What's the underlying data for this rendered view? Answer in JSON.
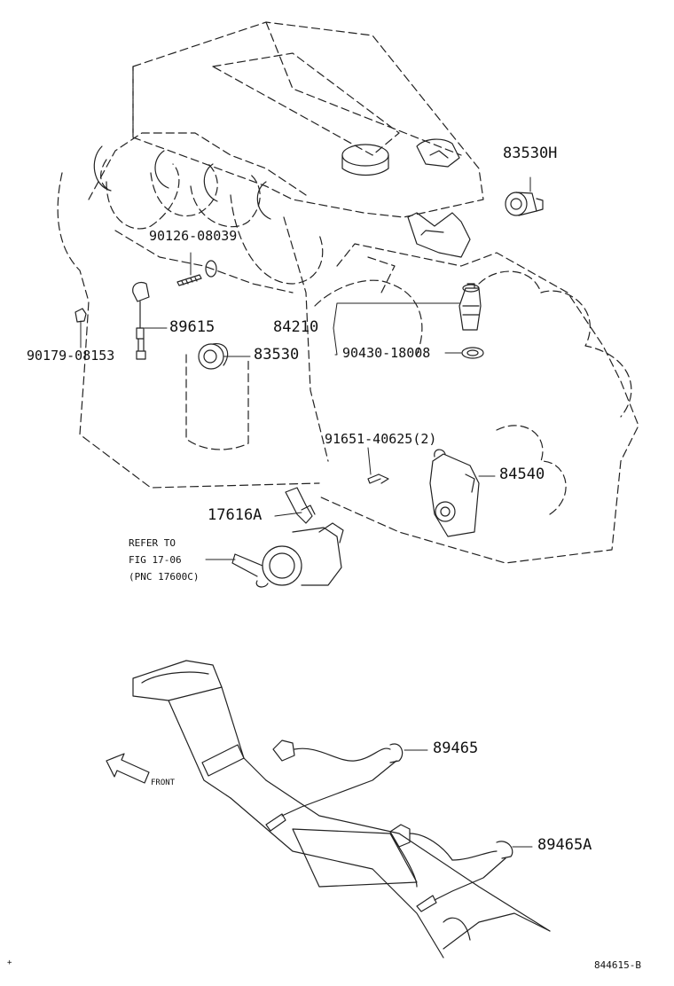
{
  "labels": {
    "p83530H": "83530H",
    "p90126": "90126-08039",
    "p89615": "89615",
    "p90179": "90179-08153",
    "p84210": "84210",
    "p83530": "83530",
    "p90430": "90430-18008",
    "p91651": "91651-40625(2)",
    "p84540": "84540",
    "p17616A": "17616A",
    "refer1": "REFER TO",
    "refer2": "FIG 17-06",
    "refer3": "(PNC 17600C)",
    "p89465": "89465",
    "p89465A": "89465A",
    "front": "FRONT",
    "figure_id": "844615-B",
    "corner_mark": "+"
  }
}
